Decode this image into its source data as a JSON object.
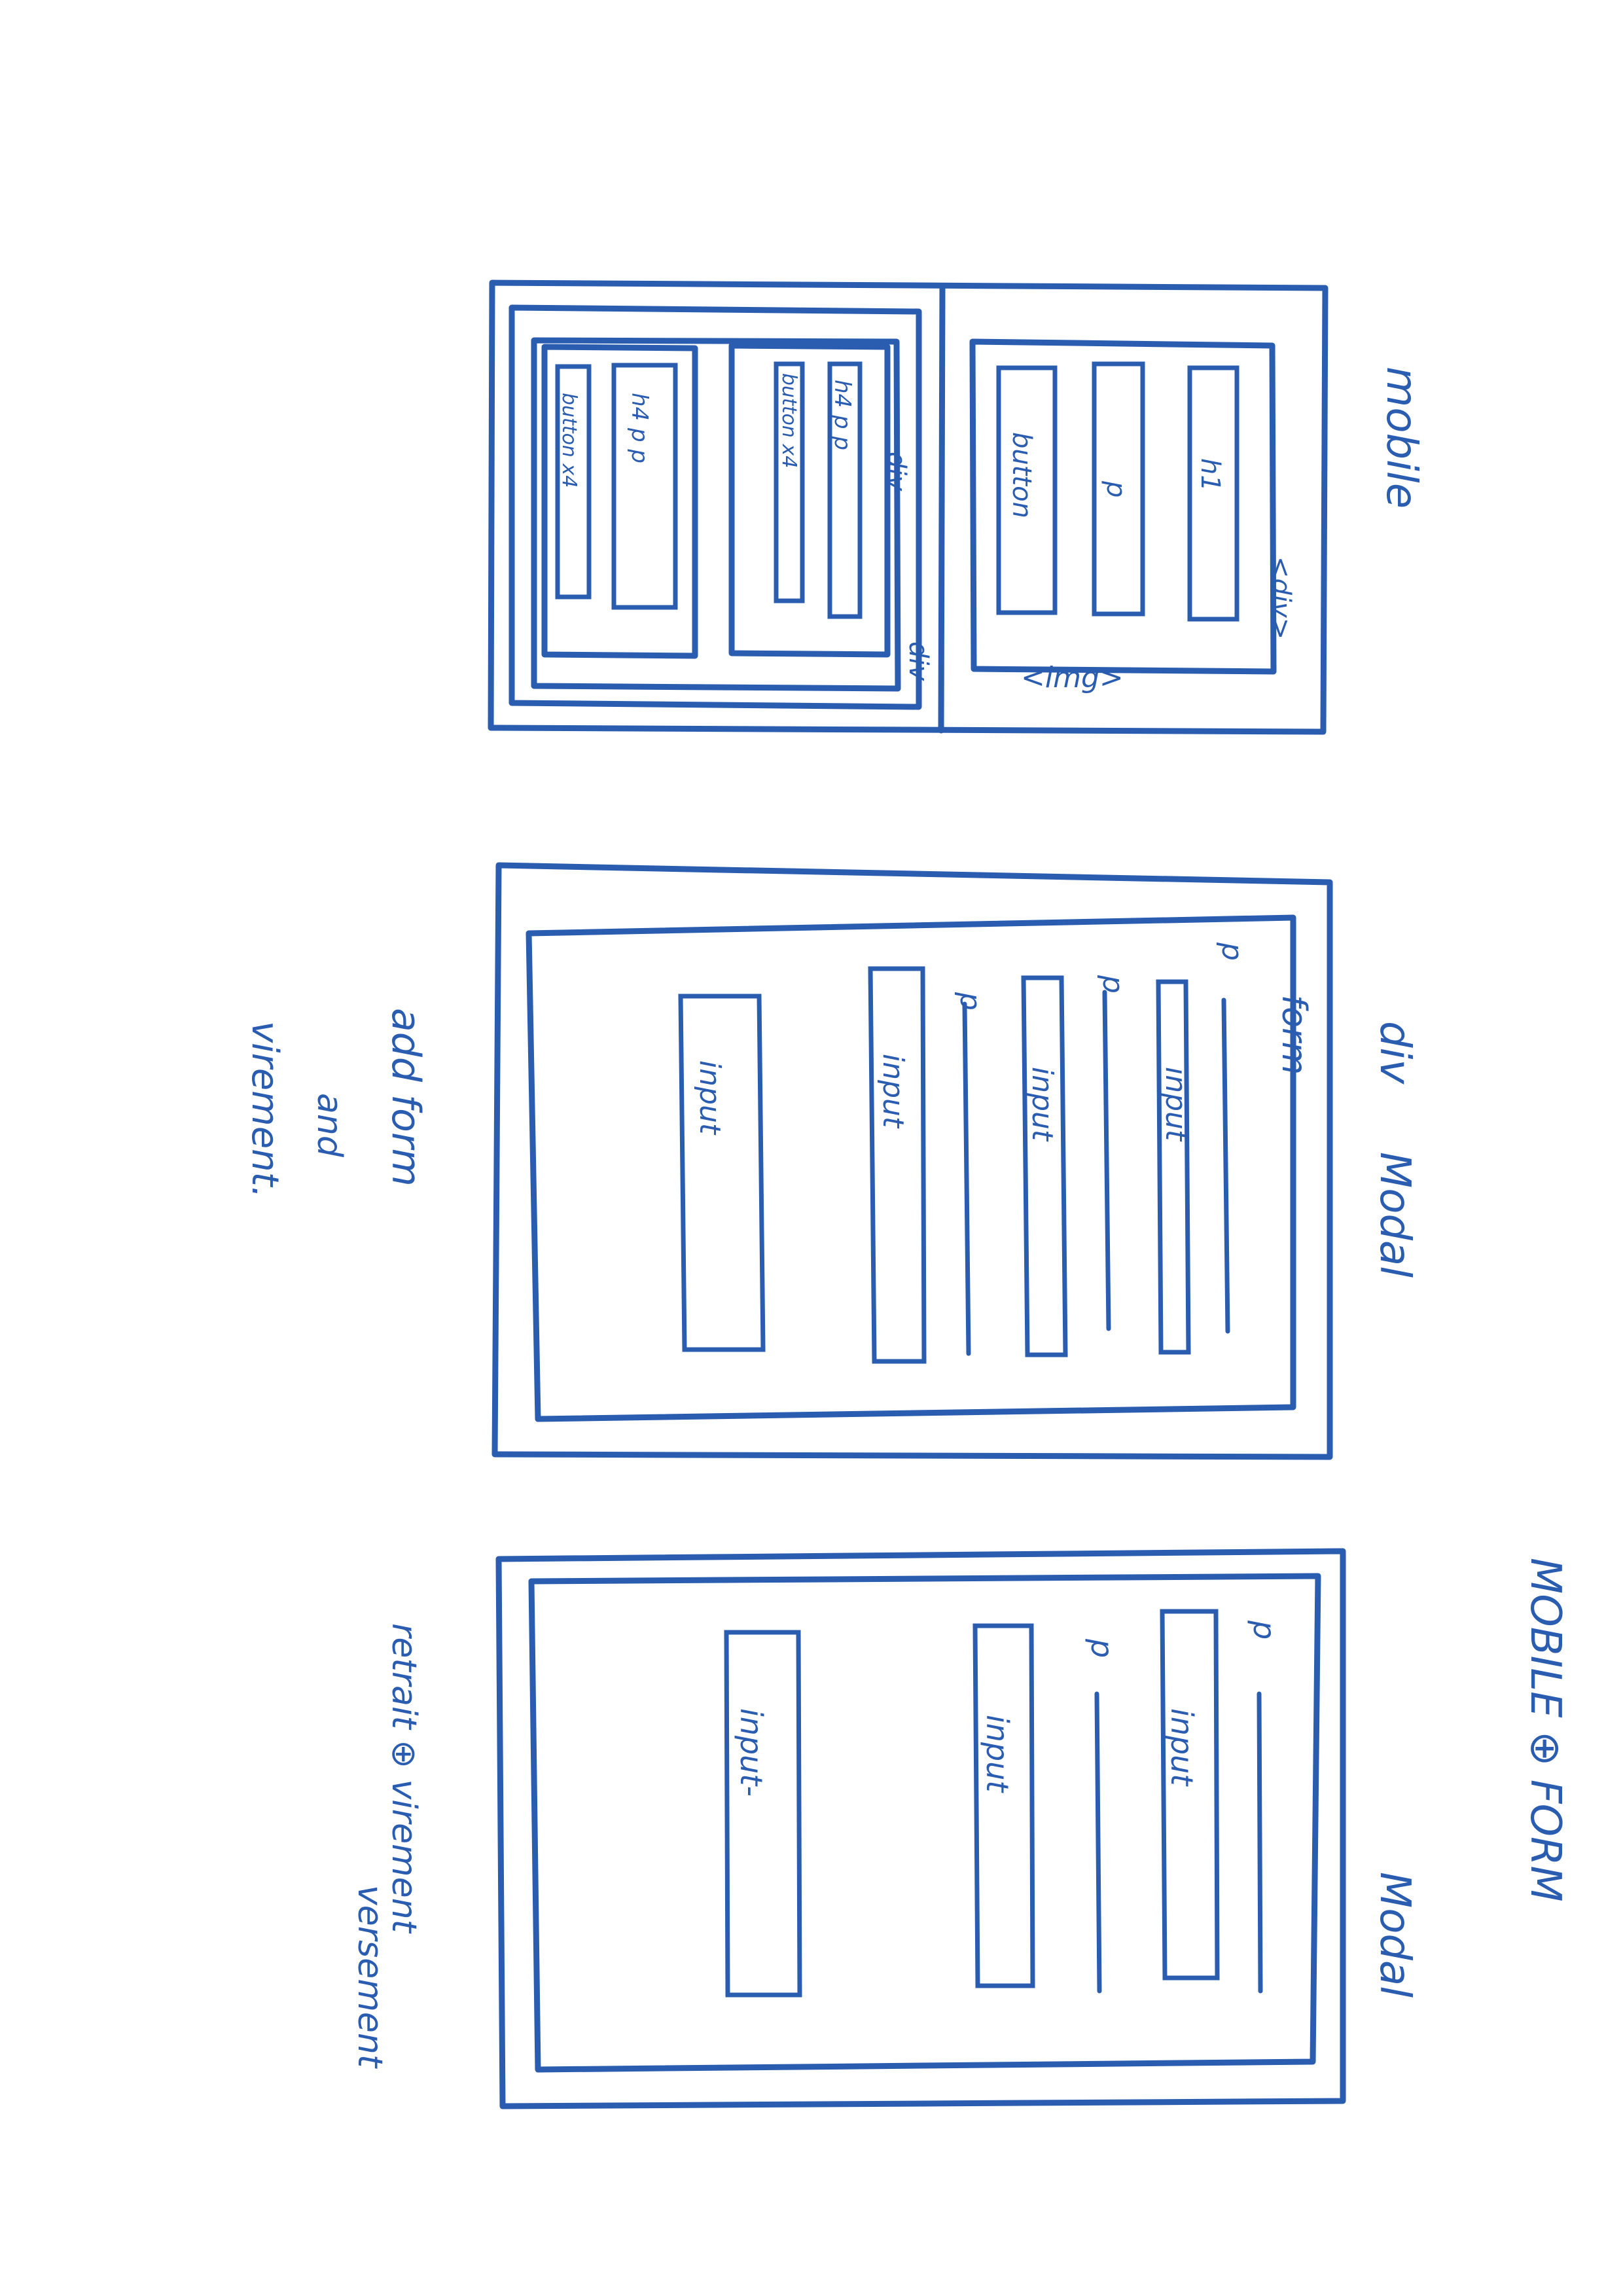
{
  "ink_color": "#2a5db0",
  "paper_color": "#ffffff",
  "wireframe_1": {
    "title": "mobile",
    "wrapper_label": "div",
    "inner_div_label": "div",
    "hero_div_label": "<div>",
    "hero_img_label": "<img>",
    "hero_h1": "h1",
    "hero_p": "p",
    "hero_button": "button",
    "card1_h4pp": "h4 p p",
    "card1_buttons": "button x4",
    "card2_h4pp": "h4 p p",
    "card2_buttons": "button x4"
  },
  "wireframe_2": {
    "title_div": "div",
    "title_modal": "Modal",
    "form_label": "form",
    "p1": "p",
    "p2": "p",
    "p3": "p",
    "input1": "input",
    "input2": "input",
    "input3": "input",
    "input4": "input",
    "note_line1": "add form",
    "note_line2": "and",
    "note_line3": "virement."
  },
  "wireframe_3": {
    "title": "MOBILE ⊕ FORM",
    "modal_label": "Modal",
    "p1": "p",
    "p2": "p",
    "input1": "input",
    "input2": "input",
    "input3": "input-",
    "note_line1": "retrait ⊕ virement",
    "note_line2": "versement"
  }
}
